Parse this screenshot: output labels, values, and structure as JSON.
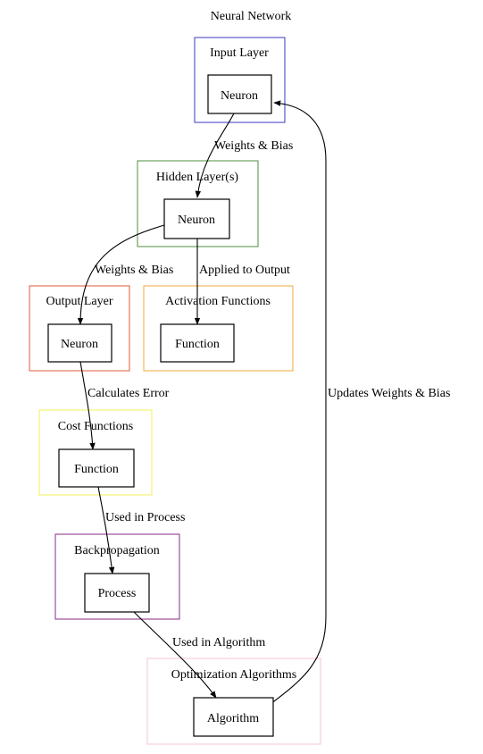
{
  "diagram": {
    "title": "Neural Network",
    "clusters": [
      {
        "id": "input",
        "label": "Input Layer",
        "color": "#3a37c4"
      },
      {
        "id": "hidden",
        "label": "Hidden Layer(s)",
        "color": "#4f8f3f"
      },
      {
        "id": "output",
        "label": "Output Layer",
        "color": "#e0593a"
      },
      {
        "id": "activation",
        "label": "Activation Functions",
        "color": "#f0a83a"
      },
      {
        "id": "cost",
        "label": "Cost Functions",
        "color": "#f2f05a"
      },
      {
        "id": "backprop",
        "label": "Backpropagation",
        "color": "#8a2a8a"
      },
      {
        "id": "optimization",
        "label": "Optimization Algorithms",
        "color": "#f4c4d0"
      }
    ],
    "nodes": [
      {
        "id": "input-neuron",
        "label": "Neuron"
      },
      {
        "id": "hidden-neuron",
        "label": "Neuron"
      },
      {
        "id": "output-neuron",
        "label": "Neuron"
      },
      {
        "id": "activation-function",
        "label": "Function"
      },
      {
        "id": "cost-function",
        "label": "Function"
      },
      {
        "id": "backprop-process",
        "label": "Process"
      },
      {
        "id": "optimization-algorithm",
        "label": "Algorithm"
      }
    ],
    "edges": [
      {
        "from": "input-neuron",
        "to": "hidden-neuron",
        "label": "Weights & Bias"
      },
      {
        "from": "hidden-neuron",
        "to": "output-neuron",
        "label": "Weights & Bias"
      },
      {
        "from": "hidden-neuron",
        "to": "activation-function",
        "label": "Applied to Output"
      },
      {
        "from": "output-neuron",
        "to": "cost-function",
        "label": "Calculates Error"
      },
      {
        "from": "cost-function",
        "to": "backprop-process",
        "label": "Used in Process"
      },
      {
        "from": "backprop-process",
        "to": "optimization-algorithm",
        "label": "Used in Algorithm"
      },
      {
        "from": "optimization-algorithm",
        "to": "input-neuron",
        "label": "Updates Weights & Bias"
      }
    ]
  }
}
